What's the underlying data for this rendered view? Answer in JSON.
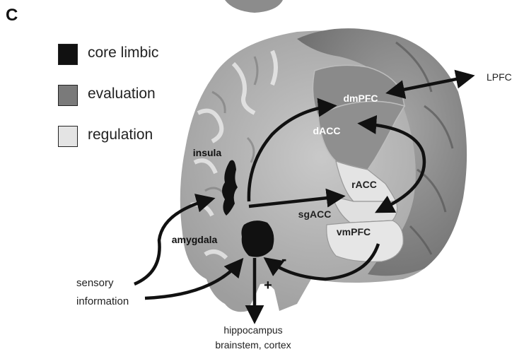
{
  "panel_letter": "C",
  "legend": [
    {
      "label": "core limbic",
      "color": "#111111"
    },
    {
      "label": "evaluation",
      "color": "#7a7a7a"
    },
    {
      "label": "regulation",
      "color": "#e4e4e4"
    }
  ],
  "regions": {
    "dmPFC": "dmPFC",
    "dACC": "dACC",
    "rACC": "rACC",
    "sgACC": "sgACC",
    "vmPFC": "vmPFC",
    "insula": "insula",
    "amygdala": "amygdala",
    "LPFC": "LPFC"
  },
  "inputs": {
    "sensory_line1": "sensory",
    "sensory_line2": "information"
  },
  "outputs": {
    "line1": "hippocampus",
    "line2": "brainstem, cortex"
  },
  "signs": {
    "minus": "-",
    "plus": "+"
  }
}
